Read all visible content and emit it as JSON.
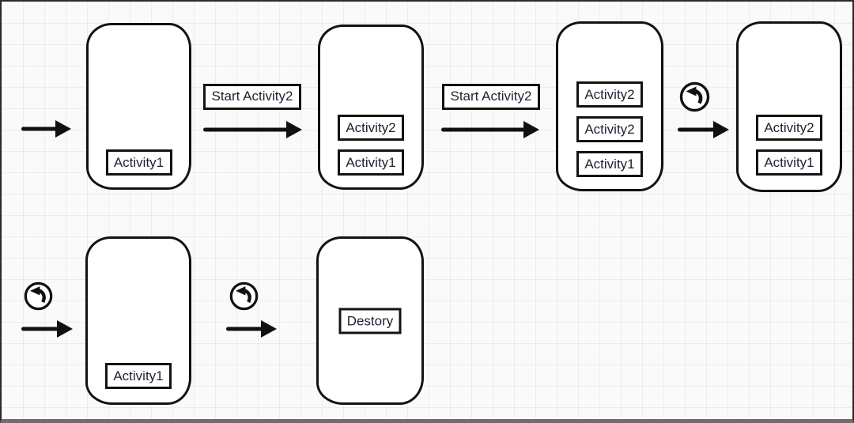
{
  "diagram_title": "activity-task-stack-flow",
  "colors": {
    "background": "#fafafa",
    "grid_line": "#ededed",
    "ink": "#111111",
    "text": "#1f1f33",
    "frame_fill": "#ffffff"
  },
  "flow": {
    "labels": [
      "Start Activity2",
      "Start Activity2"
    ]
  },
  "icons": {
    "back": "undo-curved-arrow-icon",
    "transition": "right-arrow-icon"
  },
  "phones": [
    {
      "stack": [
        "Activity1"
      ]
    },
    {
      "stack": [
        "Activity2",
        "Activity1"
      ]
    },
    {
      "stack": [
        "Activity2",
        "Activity2",
        "Activity1"
      ]
    },
    {
      "stack": [
        "Activity2",
        "Activity1"
      ]
    },
    {
      "stack": [
        "Activity1"
      ]
    },
    {
      "stack": [
        "Destory"
      ]
    }
  ]
}
